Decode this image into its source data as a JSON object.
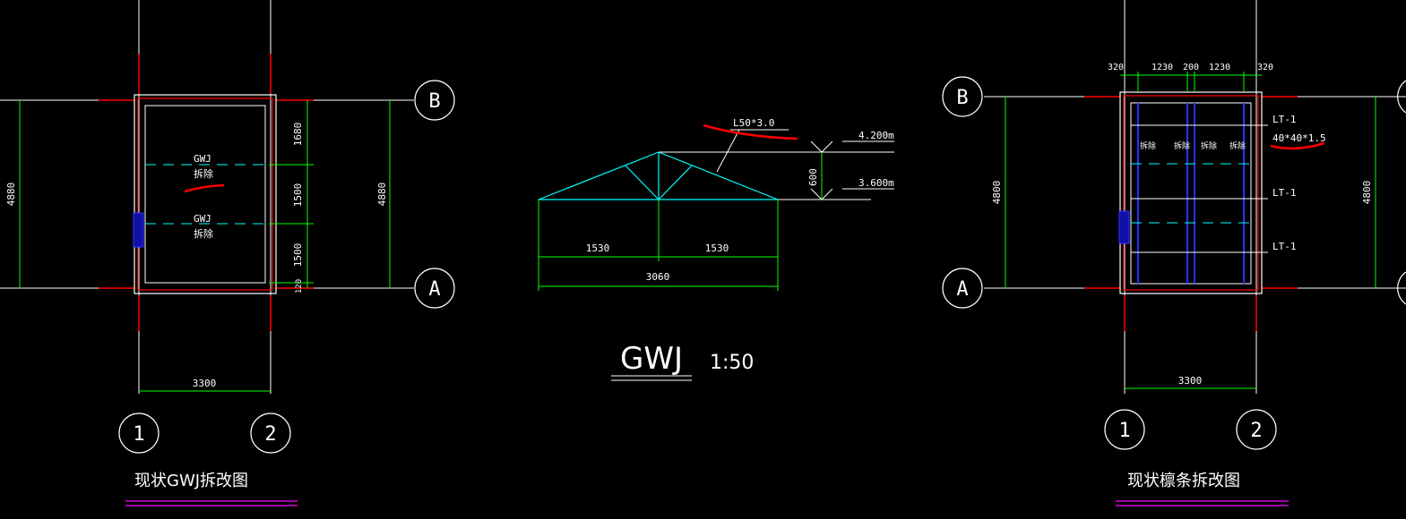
{
  "colors": {
    "background": "#000000",
    "white_line": "#ffffff",
    "green_dim": "#00ff00",
    "red_wall": "#ff0000",
    "cyan_truss": "#00ffff",
    "blue_purlin": "#2233ff",
    "magenta_underline": "#ff00ff",
    "annotation_red": "#ff0000"
  },
  "left_plan": {
    "title": "现状GWJ拆改图",
    "axis_labels": {
      "top": "B",
      "bottom": "A",
      "left": "1",
      "right": "2"
    },
    "dims": {
      "width": "3300",
      "overall_left": "4880",
      "overall_right": "4880",
      "seg1": "1680",
      "seg2": "1500",
      "seg3": "1500",
      "seg4": "120"
    },
    "truss_labels": [
      {
        "name": "GWJ",
        "note": "拆除"
      },
      {
        "name": "GWJ",
        "note": "拆除"
      }
    ]
  },
  "truss_elevation": {
    "title": "GWJ",
    "scale": "1:50",
    "dims": {
      "left_half": "1530",
      "right_half": "1530",
      "span": "3060",
      "height": "600"
    },
    "member_label": "L50*3.0",
    "elevations": {
      "top": "4.200m",
      "bottom": "3.600m"
    }
  },
  "right_plan": {
    "title": "现状檩条拆改图",
    "axis_labels": {
      "top": "B",
      "bottom": "A",
      "left": "1",
      "right": "2"
    },
    "dims": {
      "width": "3300",
      "overall_left": "4800",
      "overall_right": "4800",
      "top_segments": [
        "320",
        "1230",
        "200",
        "1230",
        "320"
      ]
    },
    "purlin_labels": [
      "LT-1",
      "LT-1",
      "LT-1"
    ],
    "purlin_size": "40*40*1.5",
    "remove_notes": [
      "拆除",
      "拆除",
      "拆除",
      "拆除"
    ]
  }
}
